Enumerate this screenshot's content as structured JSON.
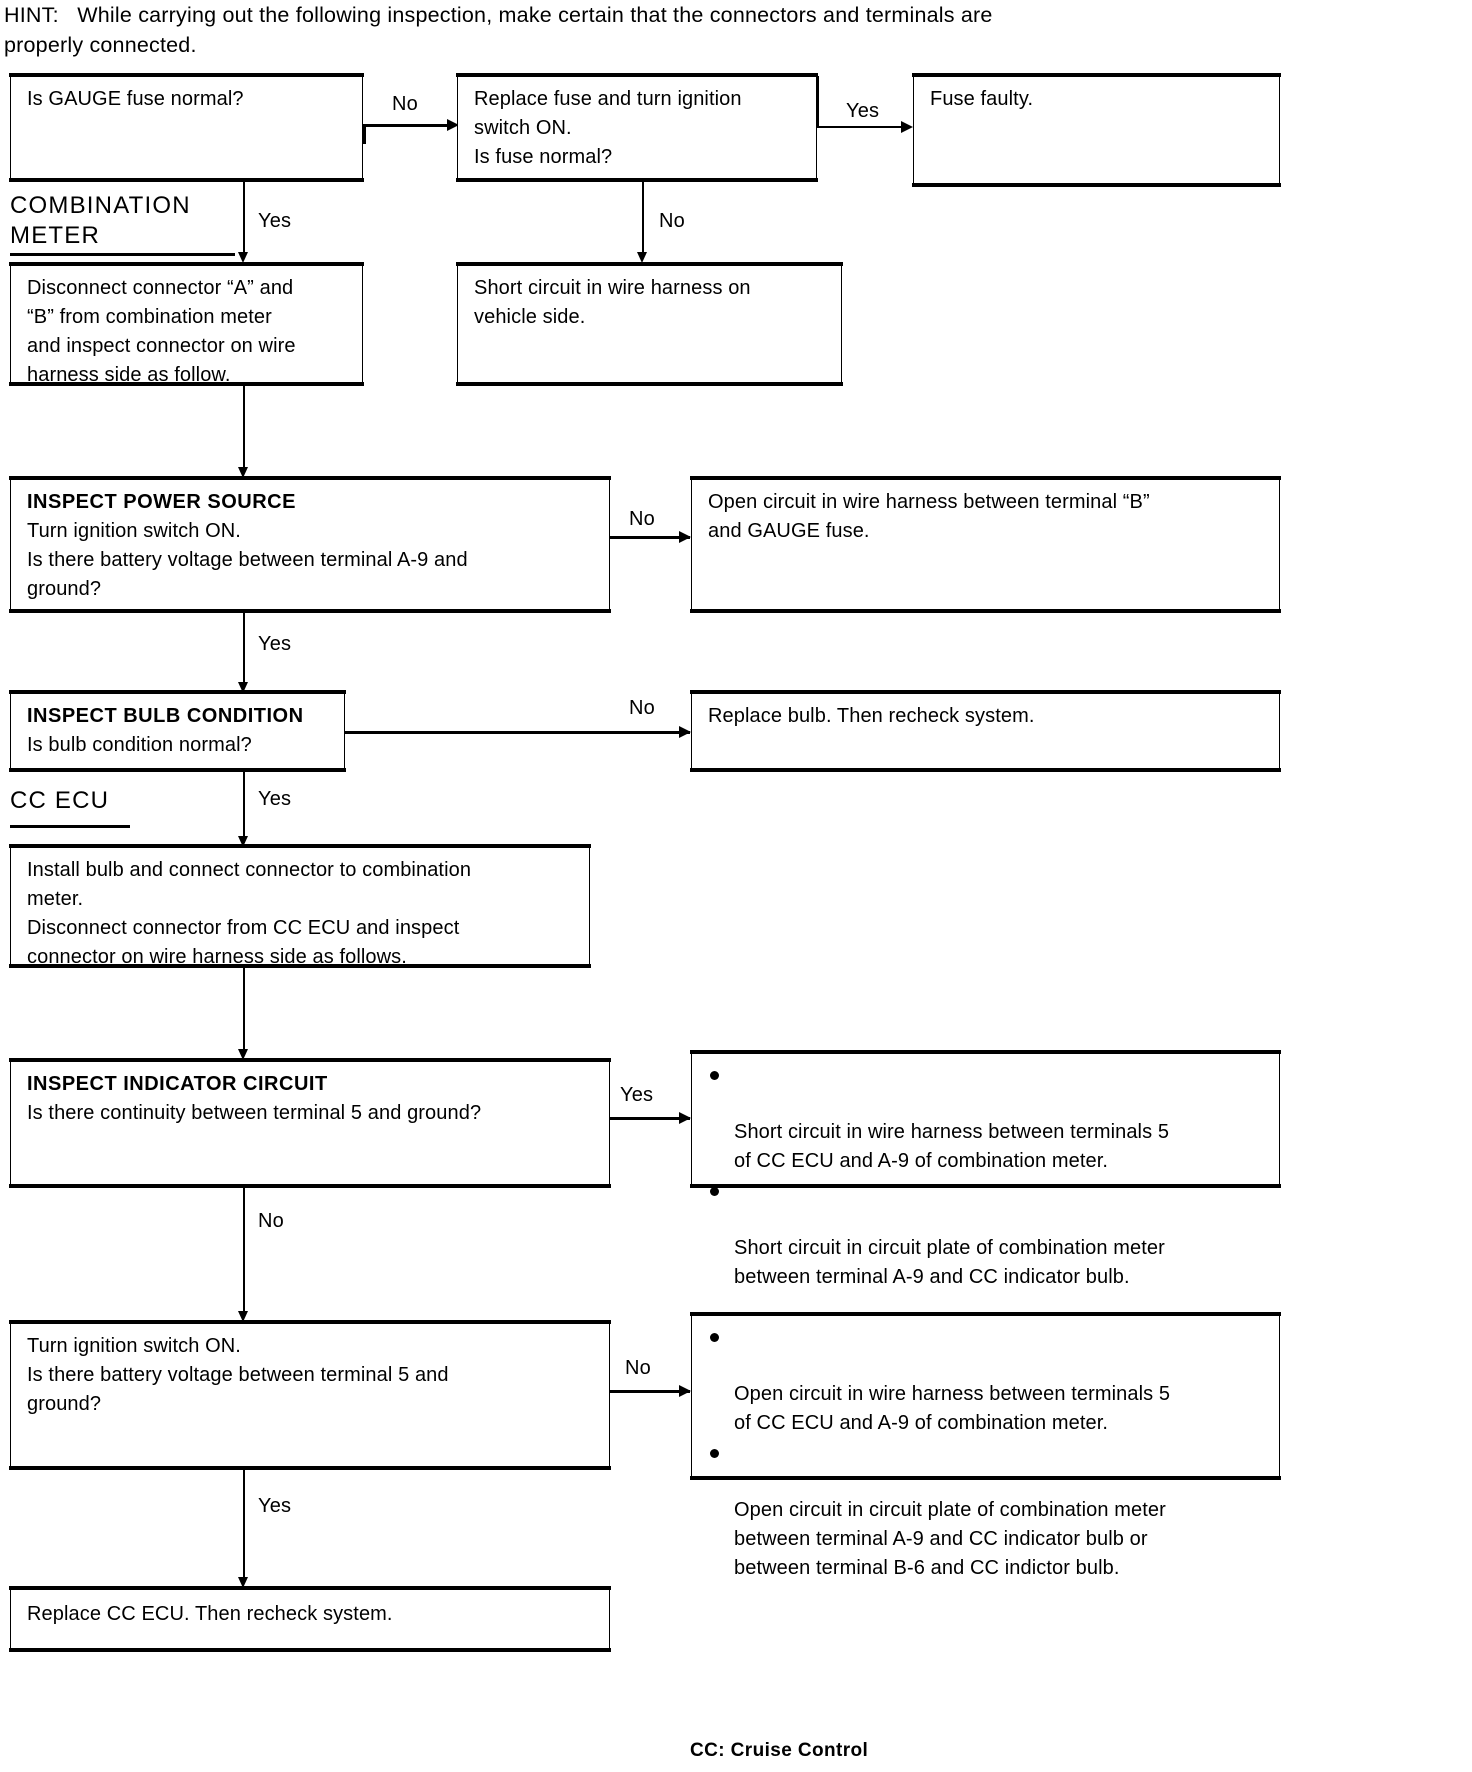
{
  "document": {
    "hint_label": "HINT:",
    "hint_text": "HINT:   While carrying out the following inspection, make certain that the connectors and terminals are\nproperly connected.",
    "footnote": "CC:  Cruise Control"
  },
  "captions": {
    "combination_meter": "COMBINATION\nMETER",
    "cc_ecu": "CC ECU"
  },
  "boxes": {
    "gauge_fuse": {
      "lines": [
        "Is GAUGE fuse normal?"
      ]
    },
    "replace_fuse": {
      "lines": [
        "Replace fuse and turn ignition",
        "switch ON.",
        "Is fuse normal?"
      ]
    },
    "fuse_faulty": {
      "lines": [
        "Fuse faulty."
      ]
    },
    "short_circuit_vehicle": {
      "lines": [
        "Short circuit in wire harness on",
        "vehicle side."
      ]
    },
    "disconnect_connectors": {
      "lines": [
        "Disconnect connector “A” and",
        "“B” from combination meter",
        "and inspect connector on wire",
        "harness side as follow."
      ]
    },
    "inspect_power_source": {
      "heading": "INSPECT POWER SOURCE",
      "lines": [
        "Turn ignition switch ON.",
        "Is there battery voltage between terminal A-9 and",
        "ground?"
      ]
    },
    "open_circuit_b_gauge": {
      "lines": [
        "Open circuit in wire harness between terminal “B”",
        "and GAUGE fuse."
      ]
    },
    "inspect_bulb_condition": {
      "heading": "INSPECT BULB CONDITION",
      "lines": [
        "Is bulb condition normal?"
      ]
    },
    "replace_bulb": {
      "lines": [
        "Replace bulb. Then recheck system."
      ]
    },
    "install_bulb": {
      "lines": [
        "Install bulb and connect connector to combination",
        "meter.",
        "Disconnect connector from CC ECU and inspect",
        "connector on wire harness side as follows."
      ]
    },
    "inspect_indicator_circuit": {
      "heading": "INSPECT INDICATOR CIRCUIT",
      "lines": [
        "Is there continuity between terminal 5 and ground?"
      ]
    },
    "short_circuit_results": {
      "bullets": [
        "Short circuit in wire harness between terminals 5\nof CC ECU and A-9 of combination meter.",
        "Short circuit in circuit plate of combination meter\nbetween terminal A-9 and CC indicator bulb."
      ]
    },
    "turn_ignition_terminal5": {
      "lines": [
        "Turn ignition switch ON.",
        "Is there battery voltage between terminal 5 and",
        "ground?"
      ]
    },
    "open_circuit_results": {
      "bullets": [
        "Open circuit in wire harness between terminals 5\nof CC ECU and A-9 of combination meter.",
        "Open circuit in circuit plate of combination meter\nbetween terminal A-9 and CC indicator bulb or\nbetween terminal B-6 and CC indictor bulb."
      ]
    },
    "replace_cc_ecu": {
      "lines": [
        "Replace CC ECU. Then recheck system."
      ]
    }
  },
  "edge_labels": {
    "gauge_to_replace": "No",
    "replace_to_faulty": "Yes",
    "replace_to_short": "No",
    "gauge_to_disconnect": "Yes",
    "power_to_open": "No",
    "power_to_bulb": "Yes",
    "bulb_to_replace": "No",
    "bulb_to_install": "Yes",
    "indicator_to_short": "Yes",
    "indicator_to_turn": "No",
    "turn_to_open": "No",
    "turn_to_replace_ecu": "Yes"
  },
  "colors": {
    "ink": "#000000",
    "paper": "#ffffff"
  }
}
